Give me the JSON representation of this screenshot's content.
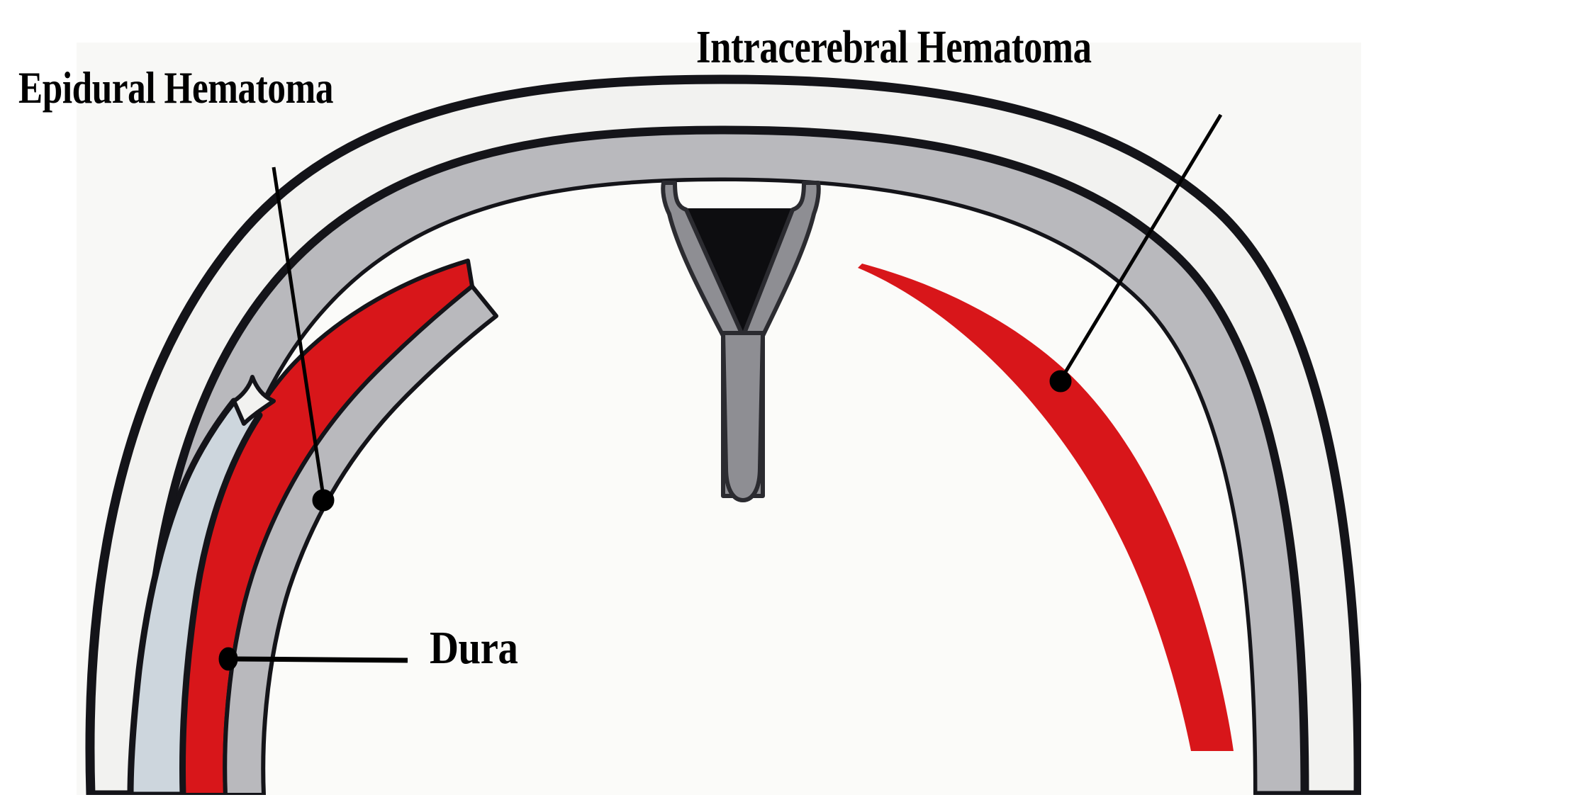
{
  "figure": {
    "kind": "medical-illustration",
    "subject": "Axial cross-section of skull showing epidural and intracerebral hematoma",
    "background_color": "#ffffff",
    "plate_background_color": "#f7f7f5"
  },
  "labels": {
    "epidural": {
      "text": "Epidural Hematoma",
      "leader_from": [
        386,
        236
      ],
      "leader_to": [
        456,
        706
      ],
      "dot_radius": 15
    },
    "intracerebral": {
      "text": "Intracerebral Hematoma",
      "leader_from": [
        1722,
        162
      ],
      "leader_to": [
        1496,
        538
      ],
      "dot_radius": 15
    },
    "dura": {
      "text": "Dura",
      "leader_from": [
        575,
        932
      ],
      "leader_to": [
        322,
        930
      ],
      "dot_radius": 14
    }
  },
  "anatomy": {
    "structures": [
      {
        "name": "scalp-outline",
        "color": "#141419"
      },
      {
        "name": "skull-bone",
        "color": "#f2f2f0"
      },
      {
        "name": "dura-mater",
        "color": "#b9b9bd"
      },
      {
        "name": "dura-detached-left",
        "color": "#cdd6dd"
      },
      {
        "name": "brain-parenchyma",
        "color": "#fafaf8"
      },
      {
        "name": "epidural-hematoma",
        "color": "#d8161a"
      },
      {
        "name": "intracerebral-hematoma",
        "color": "#d8161a"
      },
      {
        "name": "superior-sagittal-sinus",
        "color": "#0d0d10"
      },
      {
        "name": "falx-cerebri",
        "color": "#8e8e93"
      }
    ]
  },
  "colors": {
    "blood_red": "#d8161a",
    "dura_gray": "#b9b9bd",
    "bone_white": "#f2f2f0",
    "outline_black": "#141419",
    "detached_dura_blue_gray": "#cdd6dd",
    "brain_white": "#fafaf8",
    "sinus_black": "#0d0d10",
    "falx_gray": "#8e8e93"
  }
}
